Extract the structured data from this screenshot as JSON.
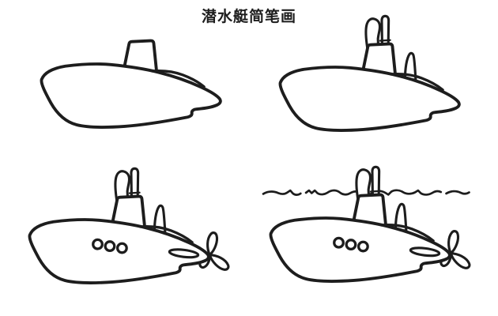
{
  "title": "潜水艇简笔画",
  "colors": {
    "ink": "#1d1d1d",
    "background": "#ffffff"
  },
  "panels": [
    {
      "name": "step-1",
      "parts": [
        "hull",
        "conning-tower",
        "deck-line"
      ]
    },
    {
      "name": "step-2",
      "parts": [
        "hull",
        "conning-tower",
        "deck-line",
        "periscope-hook",
        "periscope-mast",
        "rear-fin"
      ]
    },
    {
      "name": "step-3",
      "parts": [
        "hull",
        "conning-tower",
        "deck-line",
        "periscope-hook",
        "periscope-mast",
        "rear-fin",
        "portholes",
        "hatch-window",
        "propeller"
      ]
    },
    {
      "name": "step-4",
      "parts": [
        "hull",
        "conning-tower",
        "deck-line",
        "periscope-hook",
        "periscope-mast",
        "rear-fin",
        "portholes",
        "hatch-window",
        "propeller",
        "water-wave-line"
      ]
    }
  ]
}
